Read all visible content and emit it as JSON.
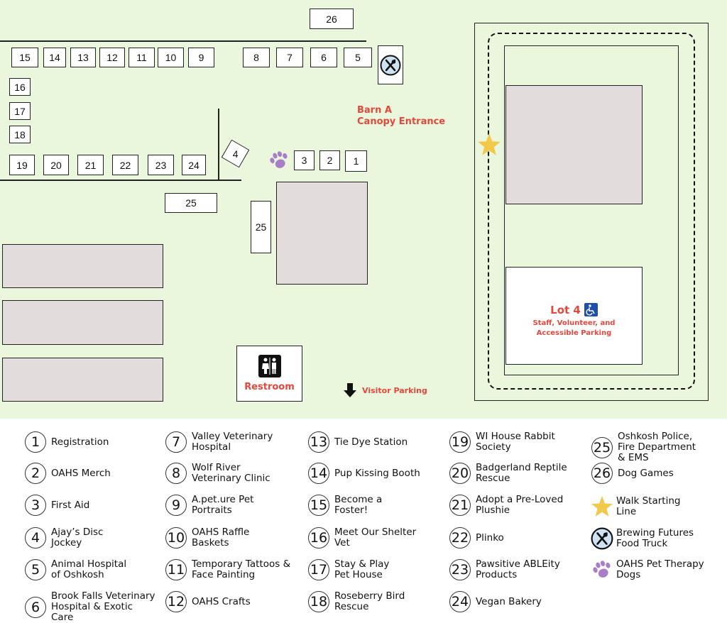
{
  "map": {
    "booths": {
      "b1": "1",
      "b2": "2",
      "b3": "3",
      "b4": "4",
      "b5": "5",
      "b6": "6",
      "b7": "7",
      "b8": "8",
      "b9": "9",
      "b10": "10",
      "b11": "11",
      "b12": "12",
      "b13": "13",
      "b14": "14",
      "b15": "15",
      "b16": "16",
      "b17": "17",
      "b18": "18",
      "b19": "19",
      "b20": "20",
      "b21": "21",
      "b22": "22",
      "b23": "23",
      "b24": "24",
      "b25a": "25",
      "b25b": "25",
      "b26": "26"
    },
    "barn_label_line1": "Barn A",
    "barn_label_line2": "Canopy Entrance",
    "restroom_label": "Restroom",
    "visitor_parking_label": "Visitor Parking",
    "lot_label": "Lot 4",
    "lot_sub_line1": "Staff, Volunteer, and",
    "lot_sub_line2": "Accessible Parking"
  },
  "colors": {
    "map_bg": "#eaf7dc",
    "accent_red": "#e2483c",
    "building": "#e2dcdc",
    "star": "#f2c94c",
    "paw": "#a97ec9",
    "food_icon_bg": "#cfe2f3"
  },
  "legend": {
    "col1": [
      {
        "num": "1",
        "text": "Registration"
      },
      {
        "num": "2",
        "text": "OAHS Merch"
      },
      {
        "num": "3",
        "text": "First Aid"
      },
      {
        "num": "4",
        "text": "Ajay’s Disc Jockey"
      },
      {
        "num": "5",
        "text": "Animal Hospital of Oshkosh"
      },
      {
        "num": "6",
        "text": "Brook Falls Veterinary Hospital & Exotic Care"
      }
    ],
    "col2": [
      {
        "num": "7",
        "text": "Valley Veterinary Hospital"
      },
      {
        "num": "8",
        "text": "Wolf River Veterinary Clinic"
      },
      {
        "num": "9",
        "text": "A.pet.ure  Pet Portraits"
      },
      {
        "num": "10",
        "text": "OAHS Raffle Baskets"
      },
      {
        "num": "11",
        "text": "Temporary Tattoos & Face Painting"
      },
      {
        "num": "12",
        "text": "OAHS Crafts"
      }
    ],
    "col3": [
      {
        "num": "13",
        "text": "Tie Dye Station"
      },
      {
        "num": "14",
        "text": "Pup Kissing Booth"
      },
      {
        "num": "15",
        "text": "Become a Foster!"
      },
      {
        "num": "16",
        "text": "Meet Our Shelter Vet"
      },
      {
        "num": "17",
        "text": "Stay & Play Pet House"
      },
      {
        "num": "18",
        "text": "Roseberry Bird Rescue"
      }
    ],
    "col4": [
      {
        "num": "19",
        "text": "WI House Rabbit Society"
      },
      {
        "num": "20",
        "text": "Badgerland Reptile Rescue"
      },
      {
        "num": "21",
        "text": "Adopt a Pre-Loved Plushie"
      },
      {
        "num": "22",
        "text": "Plinko"
      },
      {
        "num": "23",
        "text": "Pawsitive ABLEity Products"
      },
      {
        "num": "24",
        "text": "Vegan Bakery"
      }
    ],
    "col5": [
      {
        "num": "25",
        "text": "Oshkosh Police, Fire Department & EMS"
      },
      {
        "num": "26",
        "text": "Dog Games"
      },
      {
        "icon": "star-icon",
        "text": "Walk Starting Line"
      },
      {
        "icon": "food-truck-icon",
        "text": "Brewing Futures Food Truck"
      },
      {
        "icon": "paw-icon",
        "text": "OAHS Pet Therapy Dogs"
      }
    ]
  }
}
